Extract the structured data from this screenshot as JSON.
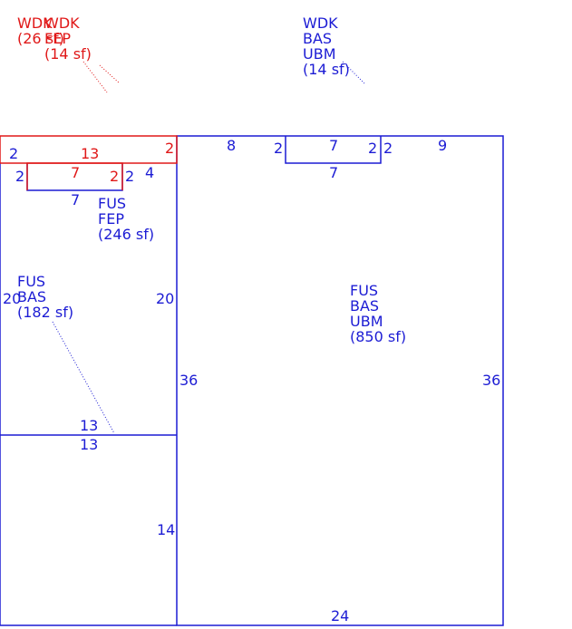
{
  "colors": {
    "blue": "#1c1cd4",
    "red": "#e01818"
  },
  "areas": {
    "wdk_bas_ubm": {
      "l1": "WDK",
      "l2": "BAS",
      "l3": "UBM",
      "l4": "(14 sf)"
    },
    "wdk_fep_red": {
      "l1": "WDK",
      "l2": "FEP",
      "l3": "(14 sf)"
    },
    "wdk_26_red": {
      "l1": "WDK",
      "l2": "(26 sf)"
    },
    "fus_fep": {
      "l1": "FUS",
      "l2": "FEP",
      "l3": "(246 sf)"
    },
    "fus_bas_182": {
      "l1": "FUS",
      "l2": "BAS",
      "l3": "(182 sf)"
    },
    "fus_bas_ubm": {
      "l1": "FUS",
      "l2": "BAS",
      "l3": "UBM",
      "l4": "(850 sf)"
    }
  },
  "dimensions": {
    "d8": "8",
    "d2a": "2",
    "d7top": "7",
    "d2b": "2",
    "d2c": "2",
    "d9": "9",
    "d7notch": "7",
    "red13": "13",
    "red2right": "2",
    "blue2left": "2",
    "red7": "7",
    "red2b": "2",
    "blue2d": "2",
    "blue4": "4",
    "blue2e": "2",
    "blue7lower": "7",
    "d20left": "20",
    "d20right": "20",
    "d36left": "36",
    "d36right": "36",
    "d13a": "13",
    "d13b": "13",
    "d14": "14",
    "d24": "24"
  }
}
